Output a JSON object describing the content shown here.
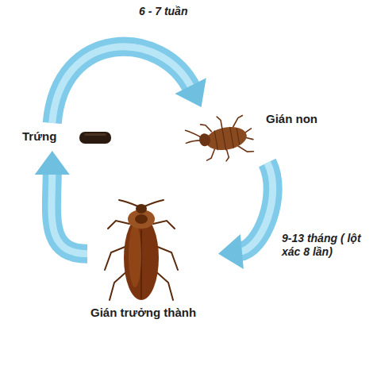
{
  "diagram": {
    "nodes": [
      {
        "text": [
          "Trứng"
        ]
      },
      {
        "text": [
          "Gián non"
        ]
      },
      {
        "text": [
          "Gián trưởng thành"
        ]
      }
    ],
    "edges": [
      {
        "from": 0,
        "to": 1,
        "arrow": "to",
        "label": "6 - 7 tuần"
      },
      {
        "from": 1,
        "to": 2,
        "arrow": "to",
        "label": "9-13 tháng ( lột xác 8 lần)"
      },
      {
        "from": 2,
        "to": 0,
        "arrow": "to"
      }
    ]
  }
}
